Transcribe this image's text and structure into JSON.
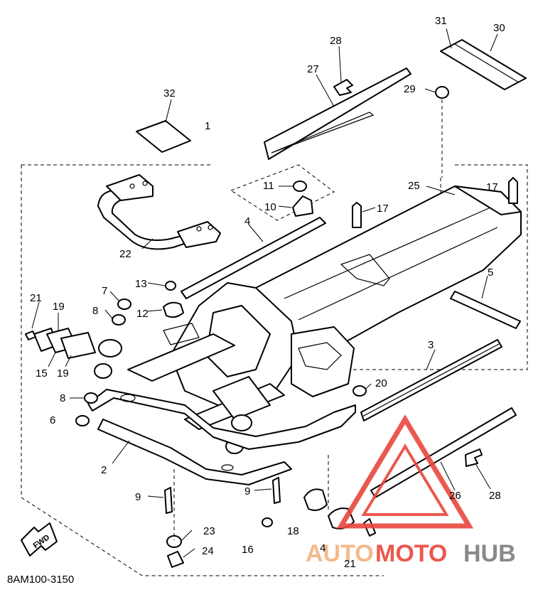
{
  "diagram": {
    "code": "8AM100-3150",
    "fwd_label": "FWD",
    "watermark": {
      "text_a": "AUTO",
      "text_b": "MOTO",
      "text_c": "HUB",
      "color_red": "#e8463c",
      "color_orange": "#f3b37f",
      "color_gray": "#7d7d7d"
    },
    "callouts": [
      "1",
      "2",
      "3",
      "4",
      "4",
      "5",
      "6",
      "7",
      "8",
      "8",
      "9",
      "9",
      "10",
      "11",
      "12",
      "13",
      "15",
      "16",
      "17",
      "17",
      "18",
      "19",
      "19",
      "20",
      "21",
      "21",
      "22",
      "23",
      "24",
      "25",
      "26",
      "27",
      "28",
      "28",
      "29",
      "30",
      "31",
      "32"
    ]
  }
}
